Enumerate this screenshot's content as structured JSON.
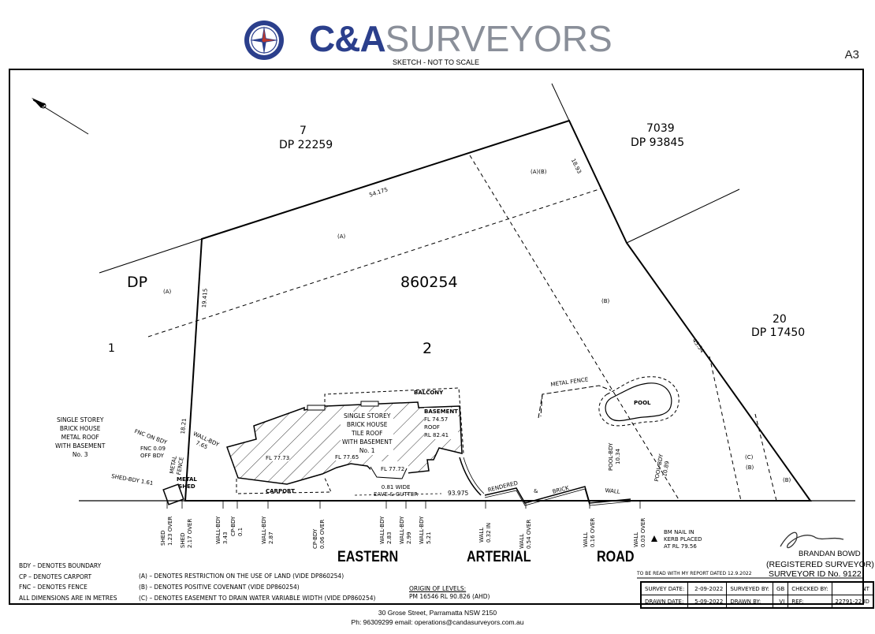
{
  "header": {
    "brand_bold": "C&A",
    "brand_light": "SURVEYORS",
    "sketch_note": "SKETCH - NOT TO SCALE",
    "sheet_size": "A3"
  },
  "lots": {
    "lot7_num": "7",
    "lot7_dp": "DP  22259",
    "lot7039_num": "7039",
    "lot7039_dp": "DP  93845",
    "lot20_num": "20",
    "lot20_dp": "DP  17450",
    "dp_left": "DP",
    "lot1_num": "1",
    "dp_centre": "860254",
    "lot2_num": "2"
  },
  "dimensions": {
    "top_boundary": "54.175",
    "left_boundary": "19.415",
    "ne_boundary": "18.93",
    "east_boundary": "45.54",
    "front_boundary": "93.975",
    "left_lower": "18.21"
  },
  "easement_marks": {
    "a_top": "(A)",
    "a_left": "(A)",
    "ab": "(A)(B)",
    "b_right": "(B)",
    "c": "(C)",
    "b_lower": "(B)",
    "b_corner": "(B)"
  },
  "house": {
    "line1": "SINGLE STOREY",
    "line2": "BRICK HOUSE",
    "line3": "TILE ROOF",
    "line4": "WITH BASEMENT",
    "line5": "No. 1",
    "balcony": "BALCONY",
    "basement_fl": "BASEMENT",
    "basement_fl_val": "FL  74.57",
    "roof": "ROOF",
    "roof_rl": "RL  82.41",
    "fl_left": "FL  77.73",
    "fl_mid": "FL  77.65",
    "fl_bay": "FL  77.72",
    "carport": "CARPORT",
    "eave": "0.81  WIDE",
    "eave2": "EAVE  &  GUTTER"
  },
  "neighbour": {
    "line1": "SINGLE STOREY",
    "line2": "BRICK HOUSE",
    "line3": "METAL ROOF",
    "line4": "WITH BASEMENT",
    "line5": "No. 3"
  },
  "side_notes": {
    "fnc_on_bdy": "FNC ON BDY",
    "fnc_off": "FNC 0.09",
    "fnc_off2": "OFF BDY",
    "wall_bdy": "WALL-BDY",
    "wall_bdy_val": "7.65",
    "metal_fence": "METAL",
    "metal_fence2": "FENCE",
    "shed_bdy": "SHED-BDY 1.61",
    "metal_shed": "METAL",
    "metal_shed2": "SHED"
  },
  "site_features": {
    "metal_fence_label": "METAL      FENCE",
    "pool": "POOL",
    "pool_bdy1": "POOL-BDY",
    "pool_bdy1_val": "10.34",
    "pool_bdy2": "POOL-BDY",
    "pool_bdy2_val": "10.89",
    "rendered": "RENDERED",
    "amp": "&",
    "brick": "BRICK",
    "wall": "WALL"
  },
  "offsets": [
    {
      "a": "SHED",
      "b": "1.23  OVER"
    },
    {
      "a": "SHED",
      "b": "2.17  OVER"
    },
    {
      "a": "WALL-BDY",
      "b": "3.43"
    },
    {
      "a": "CP-BDY",
      "b": "0.1"
    },
    {
      "a": "WALL-BDY",
      "b": "2.87"
    },
    {
      "a": "CP-BDY",
      "b": "0.06  OVER"
    },
    {
      "a": "WALL-BDY",
      "b": "2.83"
    },
    {
      "a": "WALL-BDY",
      "b": "2.99"
    },
    {
      "a": "WALL-BDY",
      "b": "5.21"
    },
    {
      "a": "WALL",
      "b": "0.32  IN"
    },
    {
      "a": "WALL",
      "b": "0.54  OVER"
    },
    {
      "a": "WALL",
      "b": "0.16  OVER"
    },
    {
      "a": "WALL",
      "b": "0.03  OVER"
    }
  ],
  "benchmark": {
    "line1": "BM  NAIL  IN",
    "line2": "KERB  PLACED",
    "line3": "AT  RL  79.56"
  },
  "road": {
    "w1": "EASTERN",
    "w2": "ARTERIAL",
    "w3": "ROAD"
  },
  "legend": {
    "bdy": "BDY  –  DENOTES  BOUNDARY",
    "cp": "CP  –  DENOTES  CARPORT",
    "fnc": "FNC  –  DENOTES  FENCE",
    "dims": "ALL  DIMENSIONS  ARE  IN  METRES",
    "a": "(A)  –  DENOTES  RESTRICTION  ON  THE  USE  OF  LAND  (VIDE  DP860254)",
    "b": "(B)  –  DENOTES  POSITIVE  COVENANT  (VIDE  DP860254)",
    "c": "(C)  –  DENOTES  EASEMENT  TO  DRAIN  WATER  VARIABLE  WIDTH  (VIDE  DP860254)"
  },
  "levels": {
    "title": "ORIGIN  OF  LEVELS:",
    "value": "PM  16546  RL  90.826  (AHD)"
  },
  "surveyor": {
    "report_note": "TO  BE  READ  WITH  MY  REPORT  DATED  12.9.2022",
    "name": "BRANDAN  BOWD",
    "title": "(REGISTERED  SURVEYOR)",
    "id": "SURVEYOR  ID  No.  9122"
  },
  "title_block": {
    "survey_date_label": "SURVEY  DATE:",
    "survey_date": "2-09-2022",
    "surveyed_by_label": "SURVEYED  BY:",
    "surveyed_by": "GB",
    "checked_by_label": "CHECKED  BY:",
    "checked_by": "NT",
    "drawn_date_label": "DRAWN  DATE:",
    "drawn_date": "5-09-2022",
    "drawn_by_label": "DRAWN  BY:",
    "drawn_by": "VI",
    "ref_label": "REF:",
    "ref": "22791-22  ID"
  },
  "footer": {
    "address": "30 Grose Street, Parramatta NSW 2150",
    "contact": "Ph: 96309299  email: operations@candasurveyors.com.au"
  },
  "colors": {
    "brand_blue": "#2b3f8c",
    "brand_grey": "#8a8f99",
    "brand_red": "#c0392b"
  }
}
